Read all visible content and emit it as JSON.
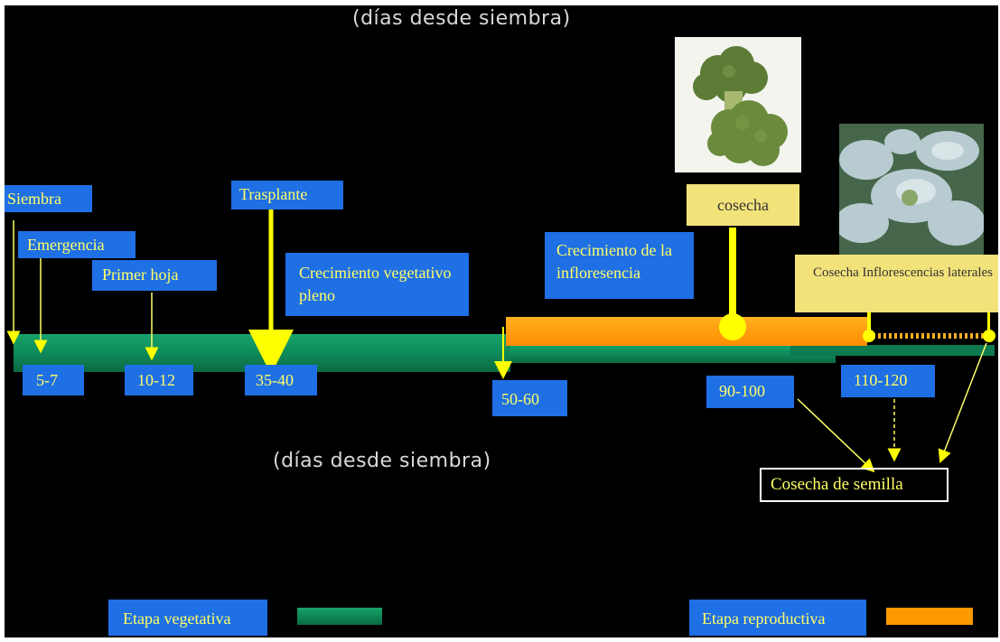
{
  "caption_top": "(días desde siembra)",
  "caption_middle": "(días desde siembra)",
  "events": {
    "siembra": "Siembra",
    "emergencia": "Emergencia",
    "primer_hoja": "Primer hoja",
    "trasplante": "Trasplante",
    "crecimiento_vegetativo": "Crecimiento vegetativo pleno",
    "crecimiento_inflorescencia": "Crecimiento de la infloresencia",
    "cosecha": "cosecha",
    "cosecha_laterales": "Cosecha Inflorescencias laterales",
    "cosecha_semilla": "Cosecha de semilla"
  },
  "day_ranges": {
    "emergencia": "5-7",
    "primer_hoja": "10-12",
    "trasplante": "35-40",
    "inflorescencia": "50-60",
    "cosecha": "90-100",
    "laterales": "110-120"
  },
  "legend": {
    "vegetativa": "Etapa vegetativa",
    "reproductiva": "Etapa reproductiva"
  },
  "colors": {
    "background": "#000000",
    "label_box": "#1f6fe5",
    "label_text": "#ffff66",
    "vegetative": "#0f8a5a",
    "reproductive": "#ff9900",
    "arrow": "#ffff00",
    "harvest_box": "#f2e27a"
  }
}
